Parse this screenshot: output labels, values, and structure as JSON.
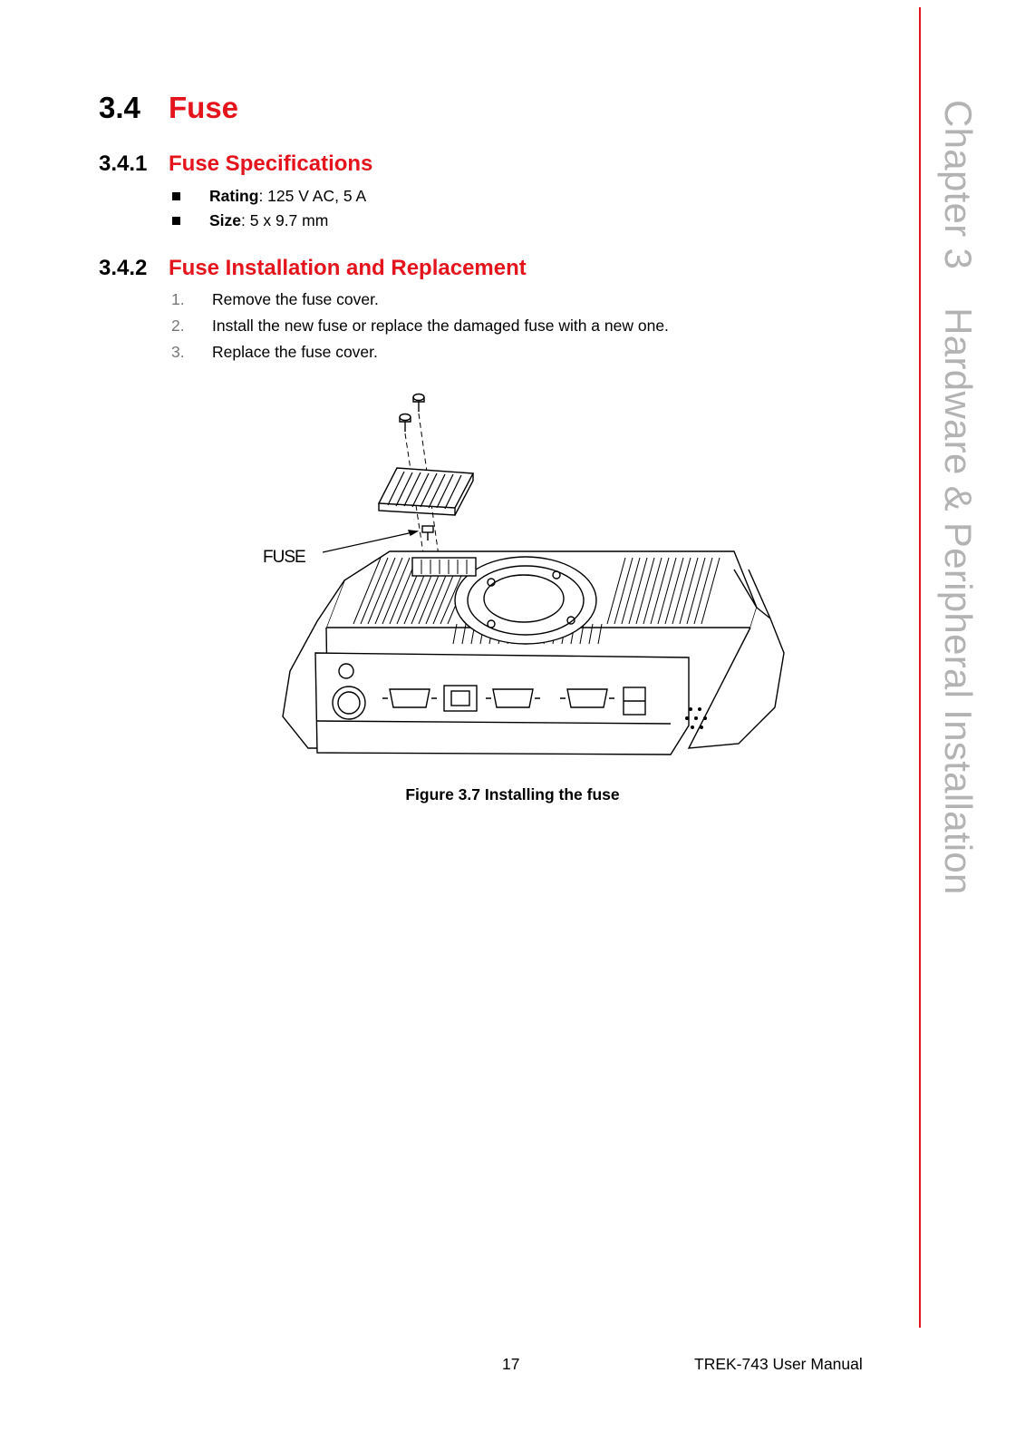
{
  "section": {
    "number": "3.4",
    "title": "Fuse"
  },
  "subsection1": {
    "number": "3.4.1",
    "title": "Fuse Specifications",
    "items": [
      {
        "label": "Rating",
        "value": ": 125 V AC, 5 A"
      },
      {
        "label": "Size",
        "value": ": 5 x 9.7 mm"
      }
    ]
  },
  "subsection2": {
    "number": "3.4.2",
    "title": "Fuse Installation and Replacement",
    "steps": [
      {
        "n": "1.",
        "text": "Remove the fuse cover."
      },
      {
        "n": "2.",
        "text": "Install the new fuse or replace the damaged fuse with a new one."
      },
      {
        "n": "3.",
        "text": "Replace the fuse cover."
      }
    ]
  },
  "figure": {
    "callout": "FUSE",
    "caption": "Figure 3.7 Installing the fuse"
  },
  "sidebar": {
    "chapter": "Chapter 3",
    "title": "Hardware & Peripheral Installation"
  },
  "footer": {
    "page": "17",
    "manual": "TREK-743 User Manual"
  },
  "colors": {
    "accent": "#e5141c",
    "sidebar_text": "#b3b3b3"
  }
}
